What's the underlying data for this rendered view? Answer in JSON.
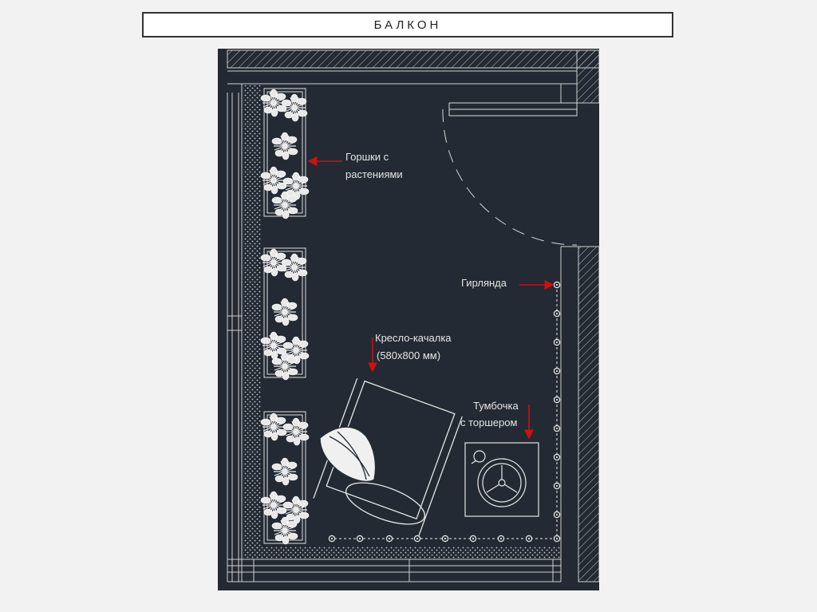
{
  "header": {
    "title": "БАЛКОН"
  },
  "labels": {
    "pots_line1": "Горшки с",
    "pots_line2": "растениями",
    "garland": "Гирлянда",
    "chair_line1": "Кресло-качалка",
    "chair_line2": "(580x800 мм)",
    "nightstand_line1": "Тумбочка",
    "nightstand_line2": "с торшером"
  },
  "colors": {
    "background": "#232a33",
    "lines": "#d9d9d9",
    "arrows": "#cc1111"
  }
}
